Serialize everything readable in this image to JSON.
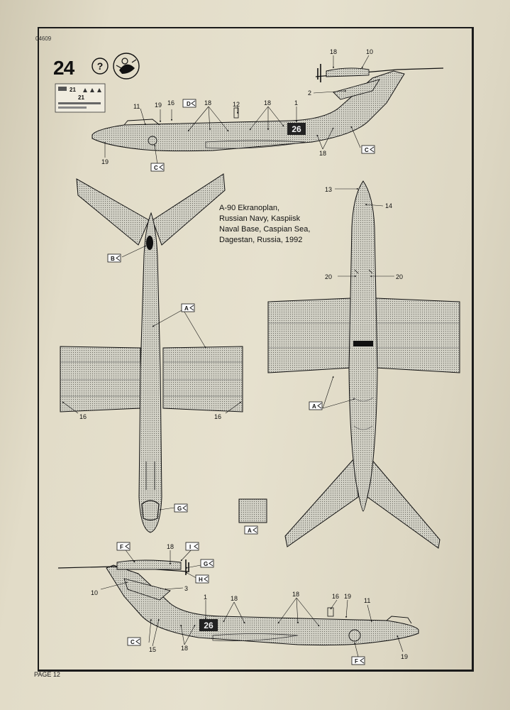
{
  "sheet": {
    "code": "04609",
    "page_label": "PAGE 12",
    "step_number": "24",
    "help_symbol": "?",
    "decal_sheet_numbers": [
      "21",
      "21"
    ]
  },
  "caption": "A-90 Ekranoplan,\nRussian Navy, Kaspiisk\nNaval Base, Caspian Sea,\nDagestan, Russia, 1992",
  "aircraft_number": "26",
  "colors": {
    "paper": "#e2dcc8",
    "ink": "#111111",
    "airframe": "#cfcfc4"
  },
  "icons": [
    "help-icon",
    "mascot-icon",
    "decal-sheet-icon"
  ],
  "side_view_left": {
    "labels": {
      "l18a": "18",
      "l10": "10",
      "l2": "2",
      "l11": "11",
      "l19a": "19",
      "l16": "16",
      "l18b": "18",
      "l12": "12",
      "l18c": "18",
      "l1": "1",
      "l18d": "18",
      "l19b": "19"
    },
    "refs": {
      "d": "D",
      "c1": "C",
      "c2": "C"
    }
  },
  "top_view": {
    "labels": {
      "l16a": "16",
      "l16b": "16"
    },
    "refs": {
      "b": "B",
      "a": "A",
      "g": "G"
    }
  },
  "bottom_view": {
    "labels": {
      "l13": "13",
      "l14": "14",
      "l20a": "20",
      "l20b": "20"
    },
    "refs": {
      "a": "A"
    }
  },
  "swatch": {
    "ref": "A"
  },
  "side_view_right": {
    "labels": {
      "l18a": "18",
      "l10": "10",
      "l3": "3",
      "l1": "1",
      "l18b": "18",
      "l18c": "18",
      "l16": "16",
      "l19a": "19",
      "l11": "11",
      "l15": "15",
      "l18d": "18",
      "l19b": "19"
    },
    "refs": {
      "f1": "F",
      "i": "I",
      "g": "G",
      "h": "H",
      "c": "C",
      "f2": "F"
    }
  }
}
